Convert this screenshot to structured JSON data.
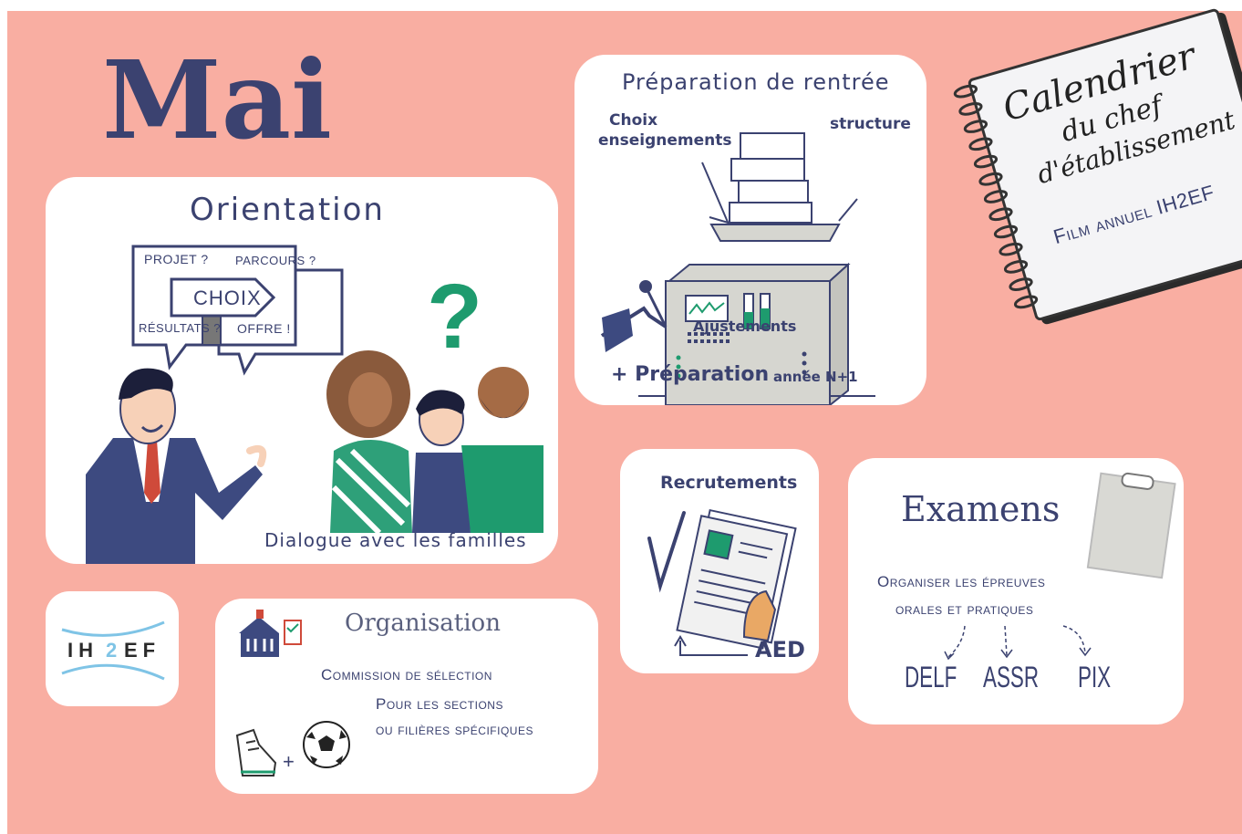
{
  "month_title": "Mai",
  "notebook": {
    "line1": "Calendrier",
    "line2": "du chef",
    "line3": "d'établissement",
    "subtitle": "Film annuel IH2EF"
  },
  "orientation": {
    "title": "Orientation",
    "sign_top_left": "PROJET ?",
    "sign_top_right": "PARCOURS ?",
    "sign_center": "CHOIX",
    "sign_bottom_left": "RÉSULTATS ?",
    "sign_bottom_right": "OFFRE !",
    "question_mark": "?",
    "caption": "Dialogue avec les familles"
  },
  "preparation": {
    "title": "Préparation de rentrée",
    "label_left_1": "Choix",
    "label_left_2": "enseignements",
    "label_right": "structure",
    "machine_label": "Ajustements",
    "footer_main": "+ Préparation",
    "footer_small": "année N+1"
  },
  "recrutements": {
    "title": "Recrutements",
    "tag": "AED"
  },
  "examens": {
    "title": "Examens",
    "line1": "Organiser les épreuves",
    "line2": "orales et pratiques",
    "items": [
      "DELF",
      "ASSR",
      "PIX"
    ]
  },
  "logo": {
    "part1": "IH",
    "part2": "2",
    "part3": "EF"
  },
  "organisation": {
    "title": "Organisation",
    "line1": "Commission de sélection",
    "line2": "Pour les sections",
    "line3": "ou filières spécifiques",
    "plus": "+"
  },
  "colors": {
    "background": "#f9aea2",
    "ink": "#3b4270",
    "accent_green": "#1e9b6e",
    "logo_blue": "#7fc4e6",
    "suit": "#3d4a80",
    "tie": "#cf4a3a"
  }
}
